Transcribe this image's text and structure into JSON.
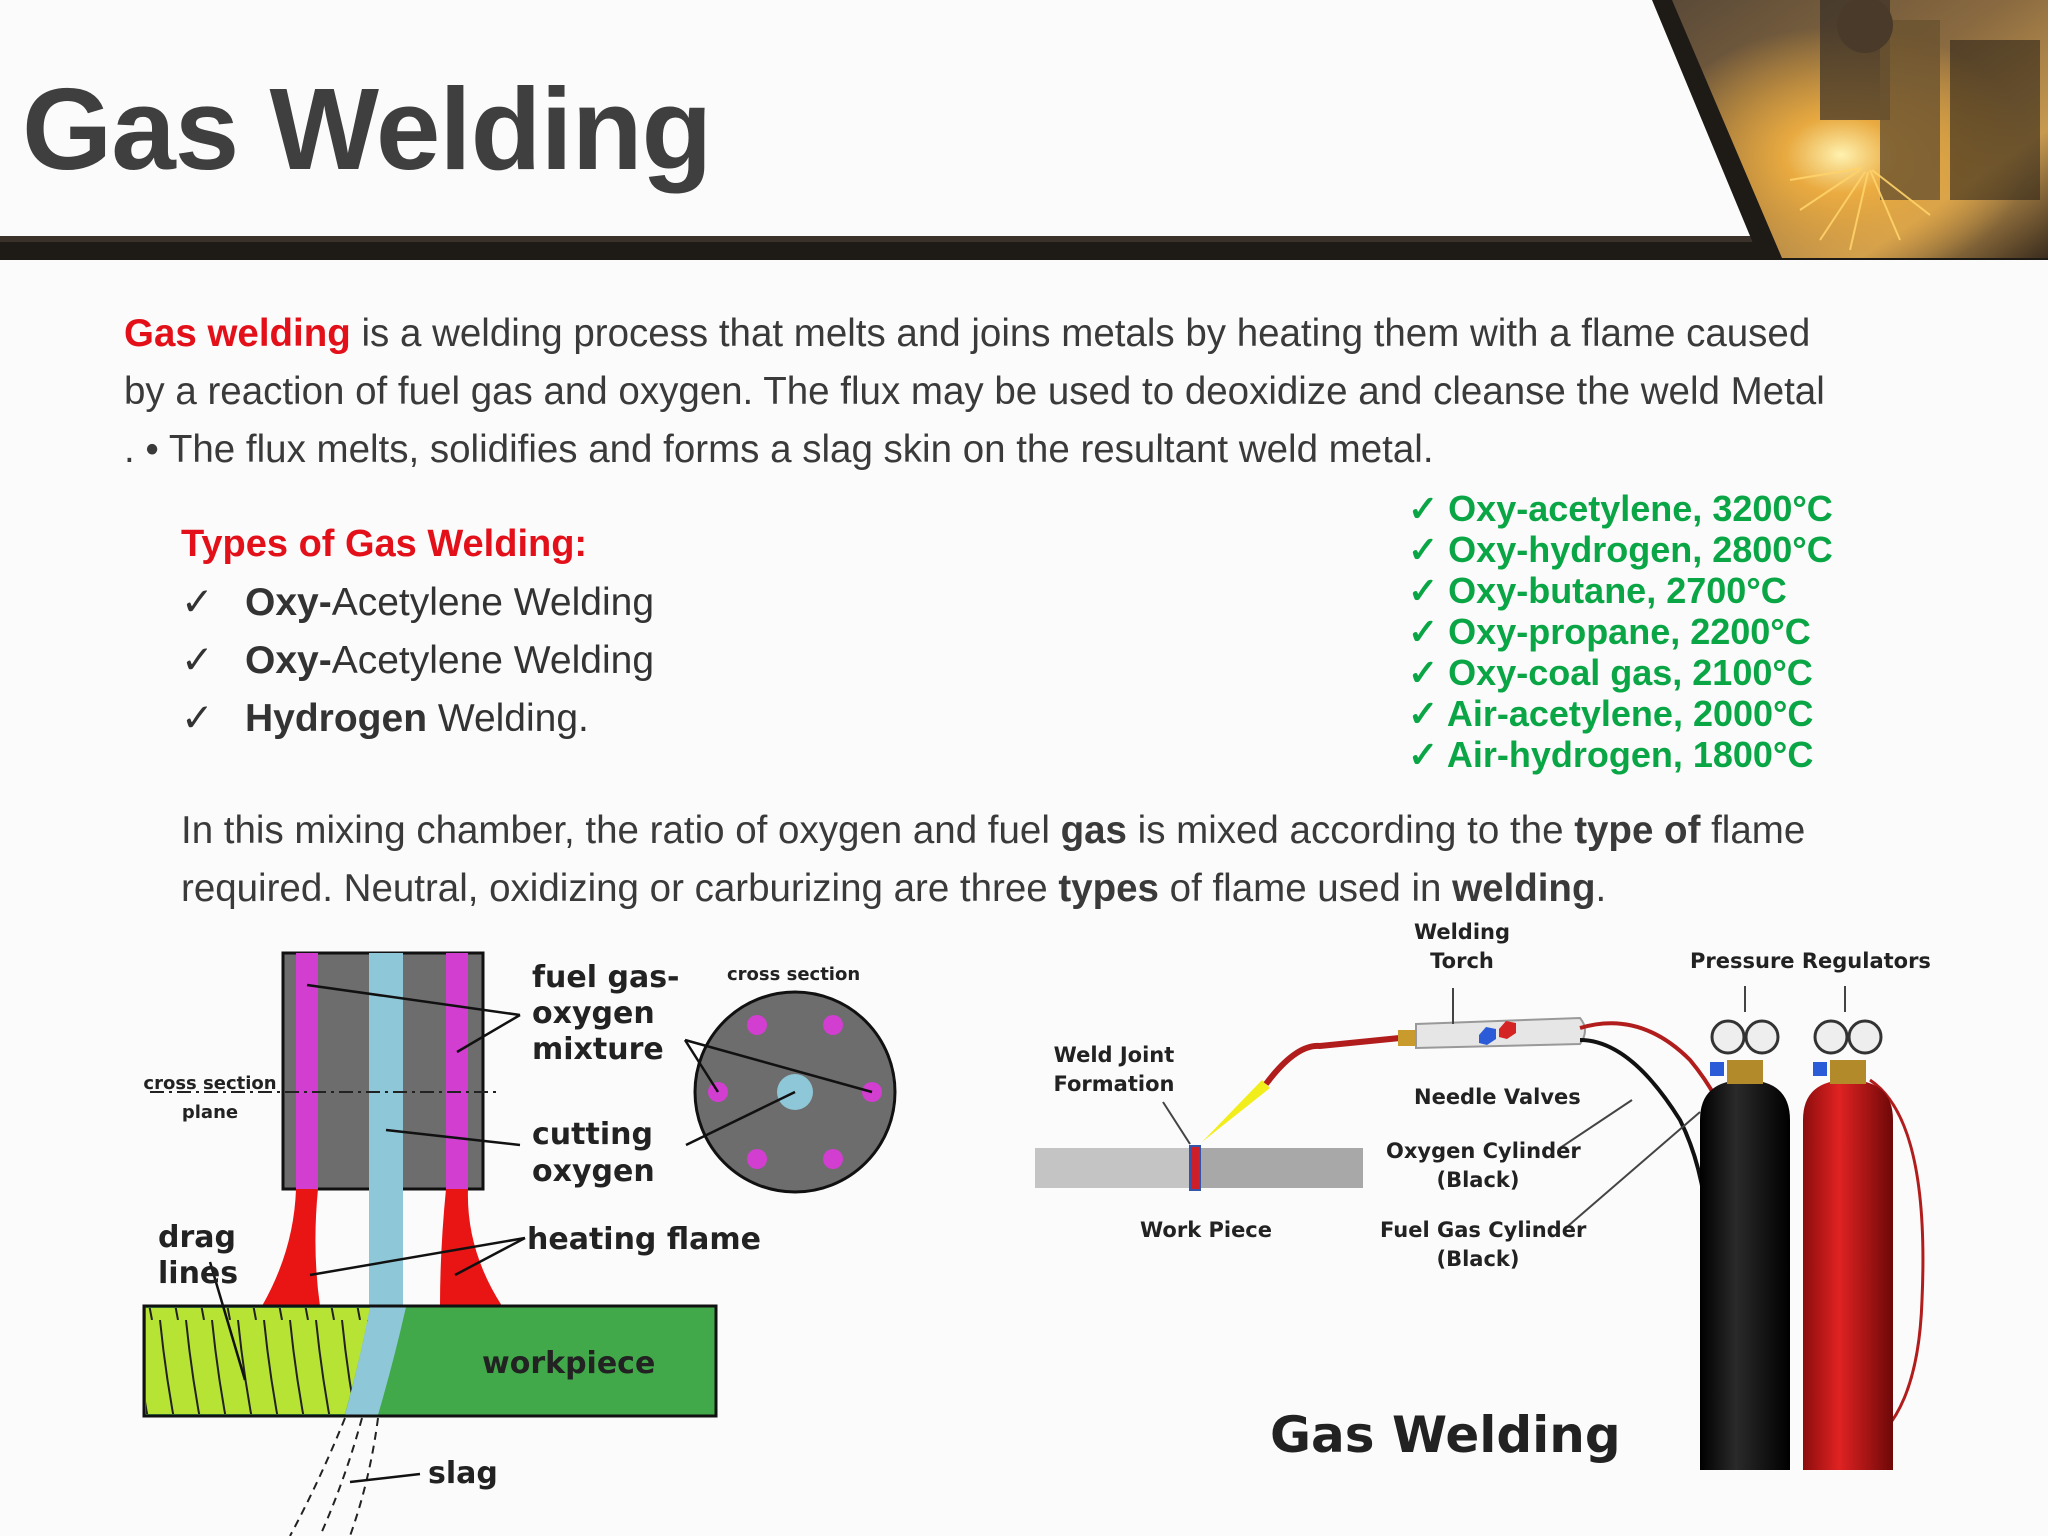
{
  "title": "Gas Welding",
  "colors": {
    "accent_red": "#e3101a",
    "temp_green": "#0aa646",
    "title_gray": "#3f3f3f"
  },
  "intro": {
    "term": "Gas welding",
    "line1_rest": " is a welding process that melts and joins metals by heating them with a flame caused",
    "line2": " by a reaction of fuel gas and oxygen. The flux may be used to deoxidize and cleanse the weld Metal",
    "line3": ". • The flux melts, solidifies and forms a slag skin on the resultant weld metal."
  },
  "types": {
    "heading": "Types of Gas Welding:",
    "check": "✓",
    "items": [
      {
        "bold": "Oxy-",
        "rest": "Acetylene Welding"
      },
      {
        "bold": "Oxy-",
        "rest": "Acetylene Welding"
      },
      {
        "bold": "Hydrogen",
        "rest": " Welding."
      }
    ]
  },
  "temperatures": [
    "✓ Oxy-acetylene, 3200°C",
    "✓ Oxy-hydrogen, 2800°C",
    "✓ Oxy-butane, 2700°C",
    "✓  Oxy-propane, 2200°C",
    "✓  Oxy-coal gas, 2100°C",
    "✓  Air-acetylene, 2000°C",
    "✓ Air-hydrogen, 1800°C"
  ],
  "mixing": {
    "l1_a": "In this mixing chamber, the ratio of oxygen and fuel ",
    "l1_b": "gas",
    "l1_c": " is mixed according to the ",
    "l1_d": "type of",
    "l1_e": " flame",
    "l2_a": "required. Neutral, oxidizing or carburizing are three ",
    "l2_b": "types",
    "l2_c": " of flame used in ",
    "l2_d": "welding",
    "l2_e": "."
  },
  "diagram_left": {
    "fuel_gas_1": "fuel gas-",
    "fuel_gas_2": "oxygen",
    "fuel_gas_3": "mixture",
    "cross_section": "cross section",
    "plane_1": "cross section",
    "plane_2": "plane",
    "cutting_1": "cutting",
    "cutting_2": "oxygen",
    "drag_1": "drag",
    "drag_2": "lines",
    "heating_flame": "heating flame",
    "workpiece": "workpiece",
    "slag": "slag"
  },
  "diagram_right": {
    "torch_1": "Welding",
    "torch_2": "Torch",
    "regulators": "Pressure Regulators",
    "weld_joint_1": "Weld Joint",
    "weld_joint_2": "Formation",
    "needle_valves": "Needle Valves",
    "oxygen_cyl_1": "Oxygen Cylinder",
    "oxygen_cyl_2": "(Black)",
    "fuel_cyl_1": "Fuel Gas Cylinder",
    "fuel_cyl_2": "(Black)",
    "work_piece": "Work Piece",
    "caption": "Gas Welding"
  }
}
